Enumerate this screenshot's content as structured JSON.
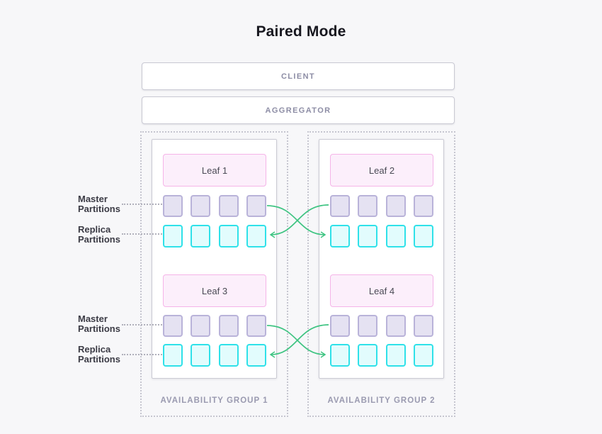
{
  "title": "Paired Mode",
  "tiers": {
    "client": "CLIENT",
    "aggregator": "AGGREGATOR"
  },
  "row_labels": {
    "master": "Master Partitions",
    "replica": "Replica Partitions"
  },
  "partitions_per_row": 4,
  "groups": [
    {
      "name": "AVAILABILITY GROUP 1",
      "leaves": [
        {
          "label": "Leaf 1"
        },
        {
          "label": "Leaf 3"
        }
      ]
    },
    {
      "name": "AVAILABILITY GROUP 2",
      "leaves": [
        {
          "label": "Leaf 2"
        },
        {
          "label": "Leaf 4"
        }
      ]
    }
  ],
  "colors": {
    "green": "#3fc482",
    "masterFill": "#e5e2f2",
    "masterBorder": "#b9b3d9",
    "replicaFill": "#e2fcfd",
    "replicaBorder": "#2fe1e9",
    "leafFill": "#fceffb",
    "leafBorder": "#f5b4e8"
  }
}
